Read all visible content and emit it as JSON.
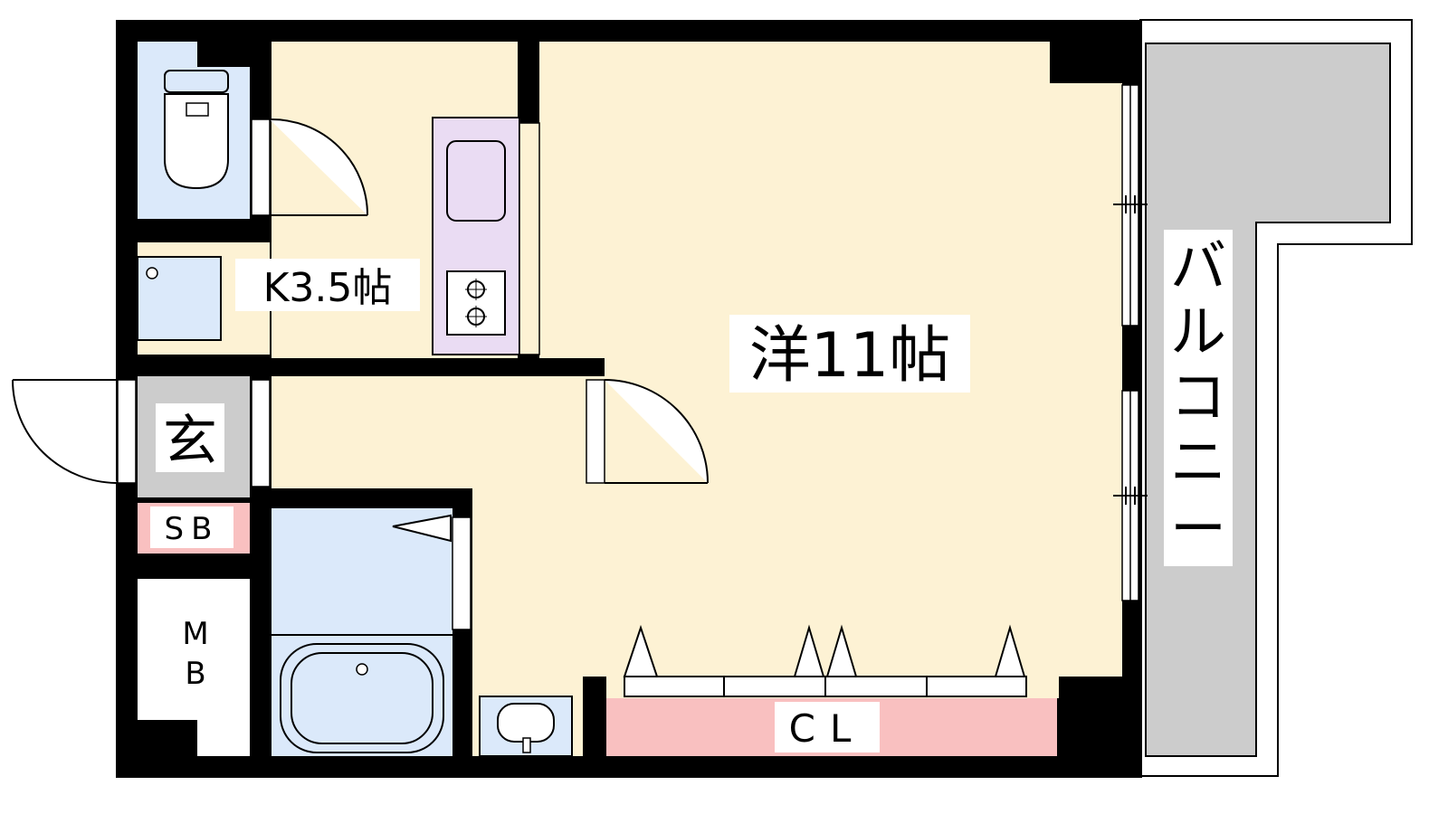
{
  "floor_plan": {
    "rooms": {
      "western_room": {
        "label": "洋11帖"
      },
      "kitchen": {
        "label": "K3.5帖"
      },
      "entrance": {
        "label": "玄"
      },
      "shoe_box": {
        "label": "SB"
      },
      "meter_box": {
        "label_line1": "M",
        "label_line2": "B"
      },
      "closet": {
        "label": "CL"
      },
      "balcony": {
        "label_chars": [
          "バ",
          "ル",
          "コ",
          "ニ",
          "ー"
        ]
      }
    },
    "colors": {
      "wall": "#000000",
      "room_floor": "#fdf2d4",
      "wet_area": "#dbe9fa",
      "kitchen_counter": "#eadcf3",
      "storage": "#f9c0c0",
      "entrance": "#cccccc",
      "balcony": "#cccccc"
    }
  }
}
